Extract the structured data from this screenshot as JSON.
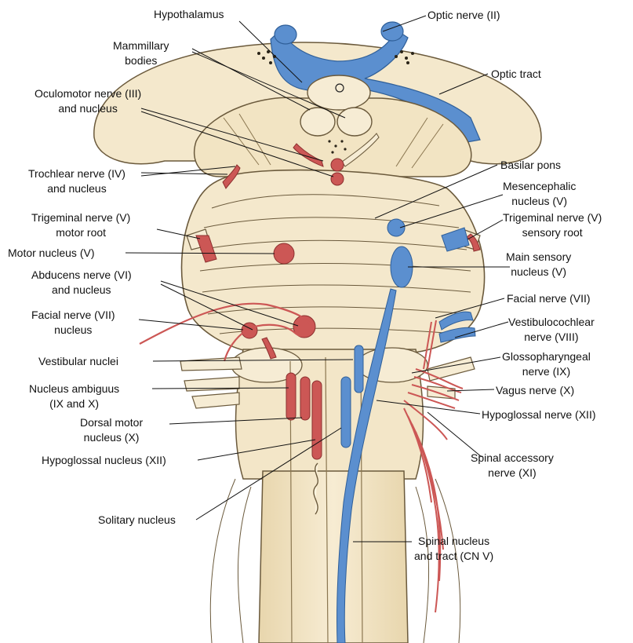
{
  "colors": {
    "tissue": "#f4e8cc",
    "tissue_shadow": "#e6d3a8",
    "outline": "#6b5a3c",
    "motor": "#cc5755",
    "sensory": "#5b8fcf"
  },
  "labels": {
    "hypothalamus": "Hypothalamus",
    "mammillary_bodies": "Mammillary\nbodies",
    "oculomotor": "Oculomotor nerve (III)\nand nucleus",
    "trochlear": "Trochlear nerve (IV)\nand nucleus",
    "trigeminal_motor_root": "Trigeminal nerve (V)\nmotor root",
    "motor_nucleus_v": "Motor nucleus (V)",
    "abducens": "Abducens nerve (VI)\nand nucleus",
    "facial_nucleus": "Facial nerve (VII)\nnucleus",
    "vestibular_nuclei": "Vestibular nuclei",
    "nucleus_ambiguus": "Nucleus ambiguus\n(IX and X)",
    "dorsal_motor": "Dorsal motor\nnucleus (X)",
    "hypoglossal_nucleus": "Hypoglossal nucleus (XII)",
    "solitary_nucleus": "Solitary nucleus",
    "optic_nerve": "Optic nerve (II)",
    "optic_tract": "Optic tract",
    "basilar_pons": "Basilar pons",
    "mesencephalic": "Mesencephalic\nnucleus (V)",
    "trigeminal_sensory_root": "Trigeminal nerve (V)\nsensory root",
    "main_sensory": "Main sensory\nnucleus (V)",
    "facial_nerve": "Facial nerve (VII)",
    "vestibulocochlear": "Vestibulocochlear\nnerve (VIII)",
    "glossopharyngeal": "Glossopharyngeal\nnerve (IX)",
    "vagus": "Vagus nerve (X)",
    "hypoglossal_nerve": "Hypoglossal nerve (XII)",
    "spinal_accessory": "Spinal accessory\nnerve (XI)",
    "spinal_nucleus": "Spinal nucleus\nand tract (CN V)"
  }
}
